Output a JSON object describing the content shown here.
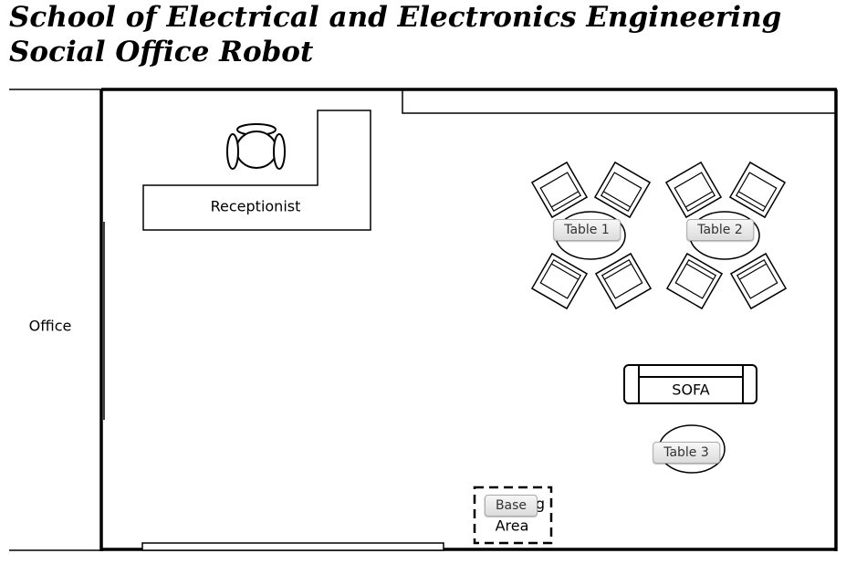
{
  "header": {
    "title_line1": "School of Electrical and Electronics Engineering",
    "title_line2": "Social Office Robot"
  },
  "floor_plan": {
    "office_label": "Office",
    "receptionist_label": "Receptionist",
    "sofa_label": "SOFA",
    "base_area_label_partial": "Area",
    "base_area_occluded_text": "g"
  },
  "buttons": {
    "table1": "Table 1",
    "table2": "Table 2",
    "table3": "Table 3",
    "base": "Base"
  }
}
